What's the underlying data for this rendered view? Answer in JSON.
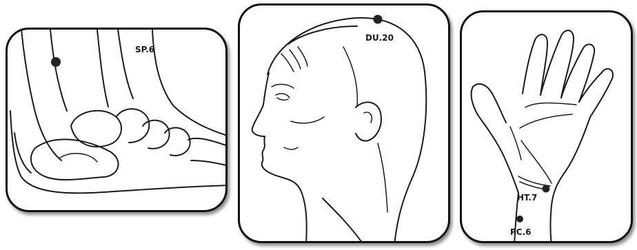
{
  "panels": {
    "foot": {
      "point_label": "SP.6"
    },
    "head": {
      "point_label": "DU.20"
    },
    "hand": {
      "point_label_1": "HT.7",
      "point_label_2": "PC.6"
    }
  },
  "colors": {
    "ink": "#1a1a1a",
    "border": "#111111",
    "background": "#ffffff"
  }
}
